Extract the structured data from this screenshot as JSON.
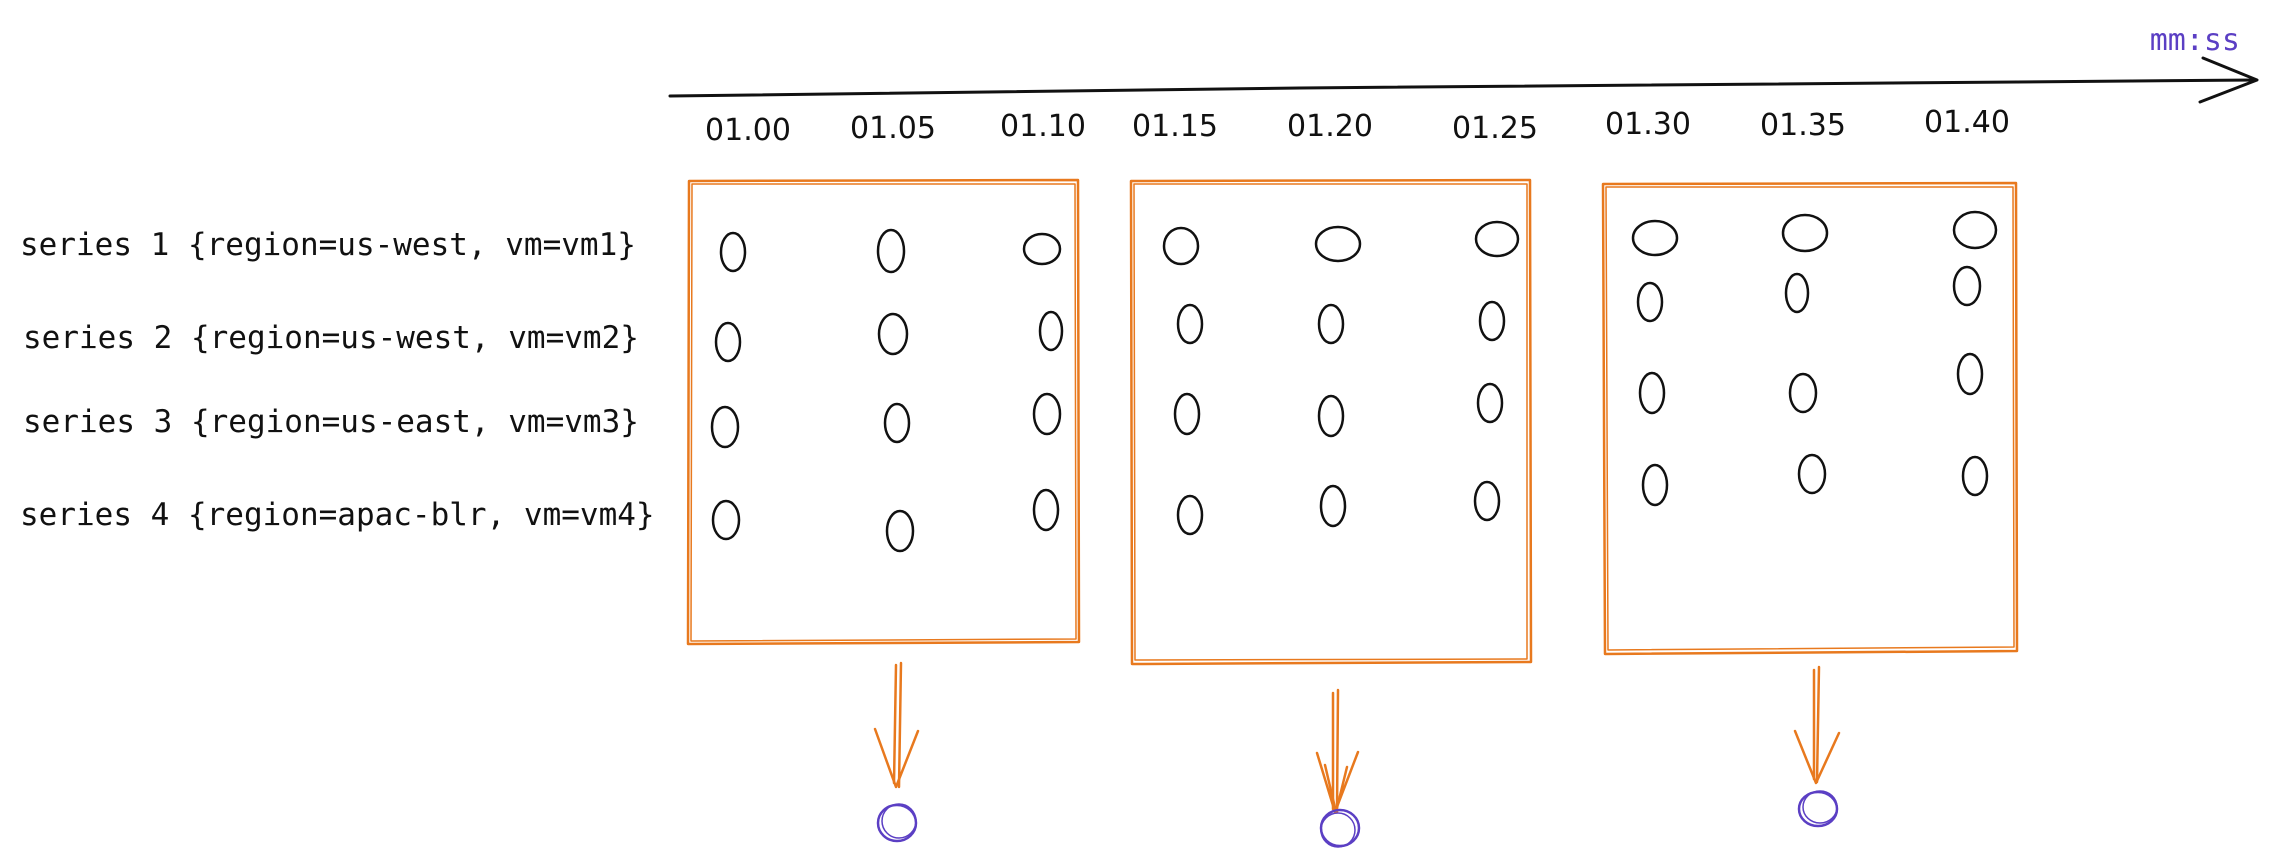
{
  "axis": {
    "unit_label": "mm:ss",
    "ticks": [
      "01.00",
      "01.05",
      "01.10",
      "01.15",
      "01.20",
      "01.25",
      "01.30",
      "01.35",
      "01.40"
    ]
  },
  "series": [
    {
      "label": "series 1 {region=us-west, vm=vm1}"
    },
    {
      "label": "series 2 {region=us-west, vm=vm2}"
    },
    {
      "label": "series 3 {region=us-east, vm=vm3}"
    },
    {
      "label": "series 4 {region=apac-blr, vm=vm4}"
    }
  ],
  "windows": [
    {
      "ticks": [
        "01.00",
        "01.05",
        "01.10"
      ]
    },
    {
      "ticks": [
        "01.15",
        "01.20",
        "01.25"
      ]
    },
    {
      "ticks": [
        "01.30",
        "01.35",
        "01.40"
      ]
    }
  ],
  "colors": {
    "axis": "#111111",
    "sample": "#111111",
    "window": "#e8791e",
    "aggregate": "#5b3fc4",
    "unit": "#5b3fc4"
  }
}
